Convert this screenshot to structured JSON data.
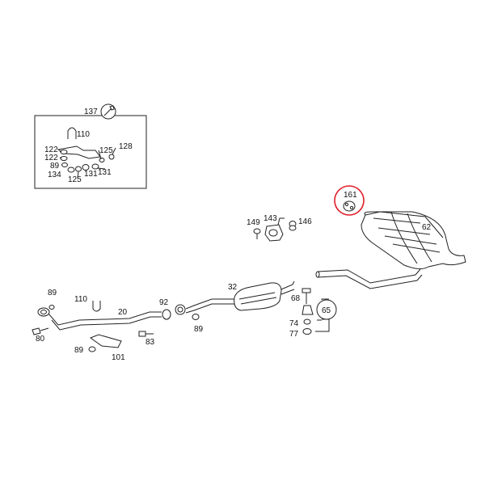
{
  "diagram": {
    "highlight_color": "#e0202a",
    "labels": {
      "p137": "137",
      "p110_kit": "110",
      "p122_a": "122",
      "p122_b": "122",
      "p125_kit_a": "125",
      "p128": "128",
      "p89_kit": "89",
      "p134": "134",
      "p125_kit_b": "125",
      "p131_a": "131",
      "p131_b": "131",
      "p161": "161",
      "p62": "62",
      "p149": "149",
      "p143": "143",
      "p146": "146",
      "p32": "32",
      "p68": "68",
      "p65": "65",
      "p74": "74",
      "p77": "77",
      "p89_a": "89",
      "p110": "110",
      "p20": "20",
      "p92": "92",
      "p89_b": "89",
      "p80": "80",
      "p83": "83",
      "p89_c": "89",
      "p101": "101"
    }
  }
}
